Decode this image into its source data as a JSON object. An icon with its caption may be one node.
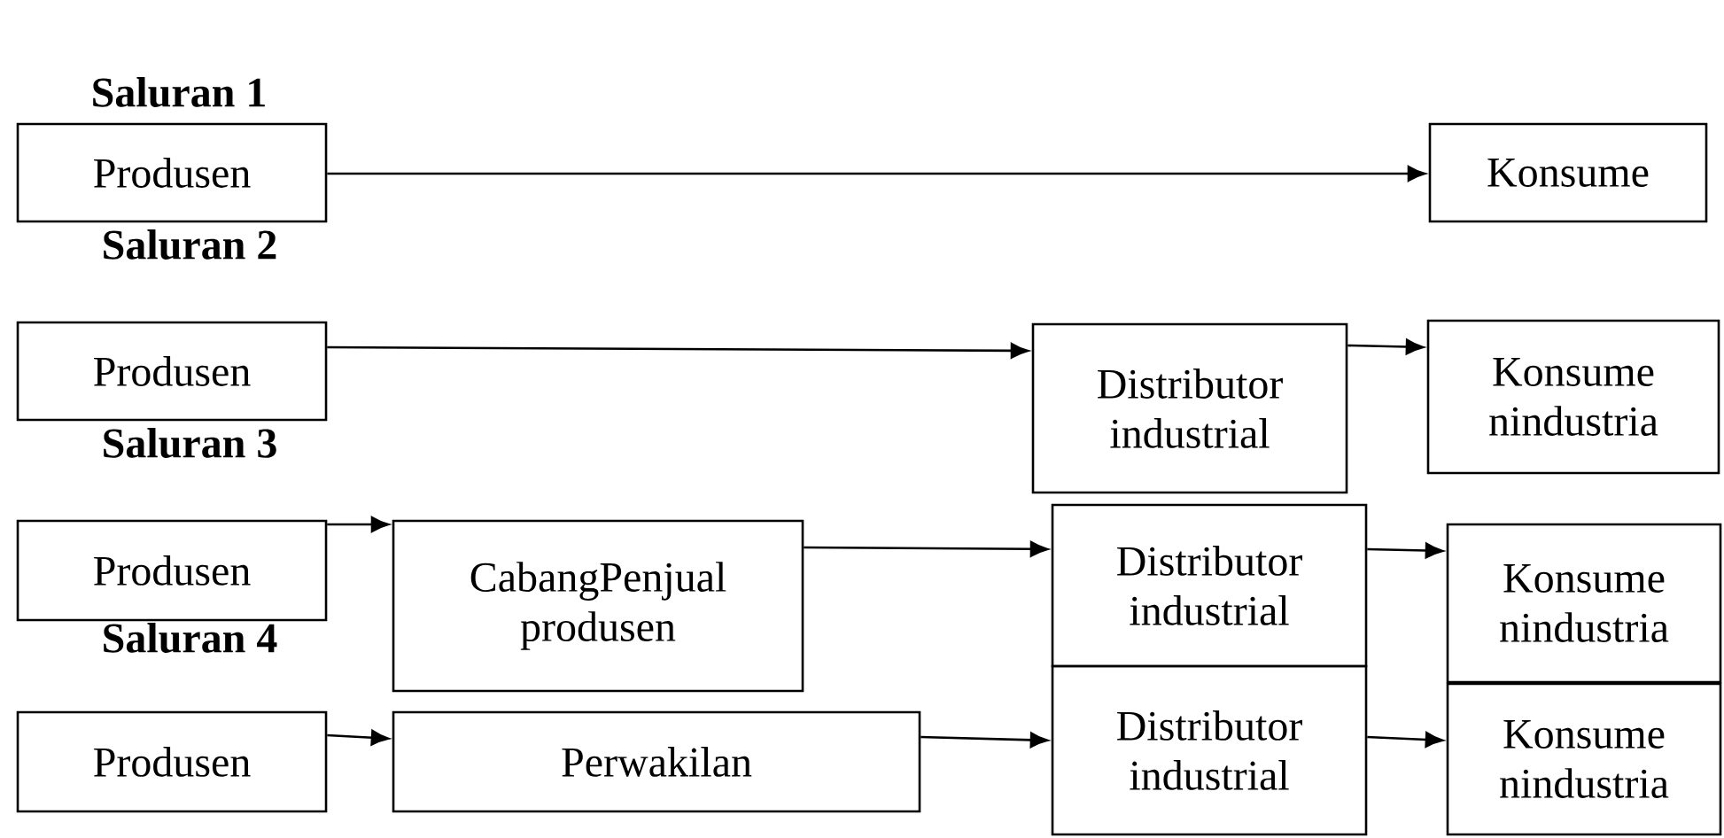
{
  "diagram": {
    "nodes": [
      {
        "text": [
          "Produsen"
        ]
      },
      {
        "text": [
          "Konsume"
        ]
      },
      {
        "text": [
          "Produsen"
        ]
      },
      {
        "text": [
          "Distributor industrial"
        ]
      },
      {
        "text": [
          "Konsume nindustria"
        ]
      },
      {
        "text": [
          "Produsen"
        ]
      },
      {
        "text": [
          "CabangPenjual produsen"
        ]
      },
      {
        "text": [
          "Distributor industrial"
        ]
      },
      {
        "text": [
          "Konsume nindustria"
        ]
      },
      {
        "text": [
          "Produsen"
        ]
      },
      {
        "text": [
          "Perwakilan"
        ]
      },
      {
        "text": [
          "Distributor industrial"
        ]
      },
      {
        "text": [
          "Konsume nindustria"
        ]
      }
    ],
    "edges": [
      {
        "from": 0,
        "to": 1,
        "arrow": "to"
      },
      {
        "from": 2,
        "to": 3,
        "arrow": "to"
      },
      {
        "from": 3,
        "to": 4,
        "arrow": "to"
      },
      {
        "from": 5,
        "to": 6,
        "arrow": "to"
      },
      {
        "from": 6,
        "to": 7,
        "arrow": "to"
      },
      {
        "from": 7,
        "to": 8,
        "arrow": "to"
      },
      {
        "from": 9,
        "to": 10,
        "arrow": "to"
      },
      {
        "from": 10,
        "to": 11,
        "arrow": "to"
      },
      {
        "from": 11,
        "to": 12,
        "arrow": "to"
      }
    ],
    "labels": [
      "Saluran 1",
      "Saluran 2",
      "Saluran 3",
      "Saluran 4"
    ]
  }
}
